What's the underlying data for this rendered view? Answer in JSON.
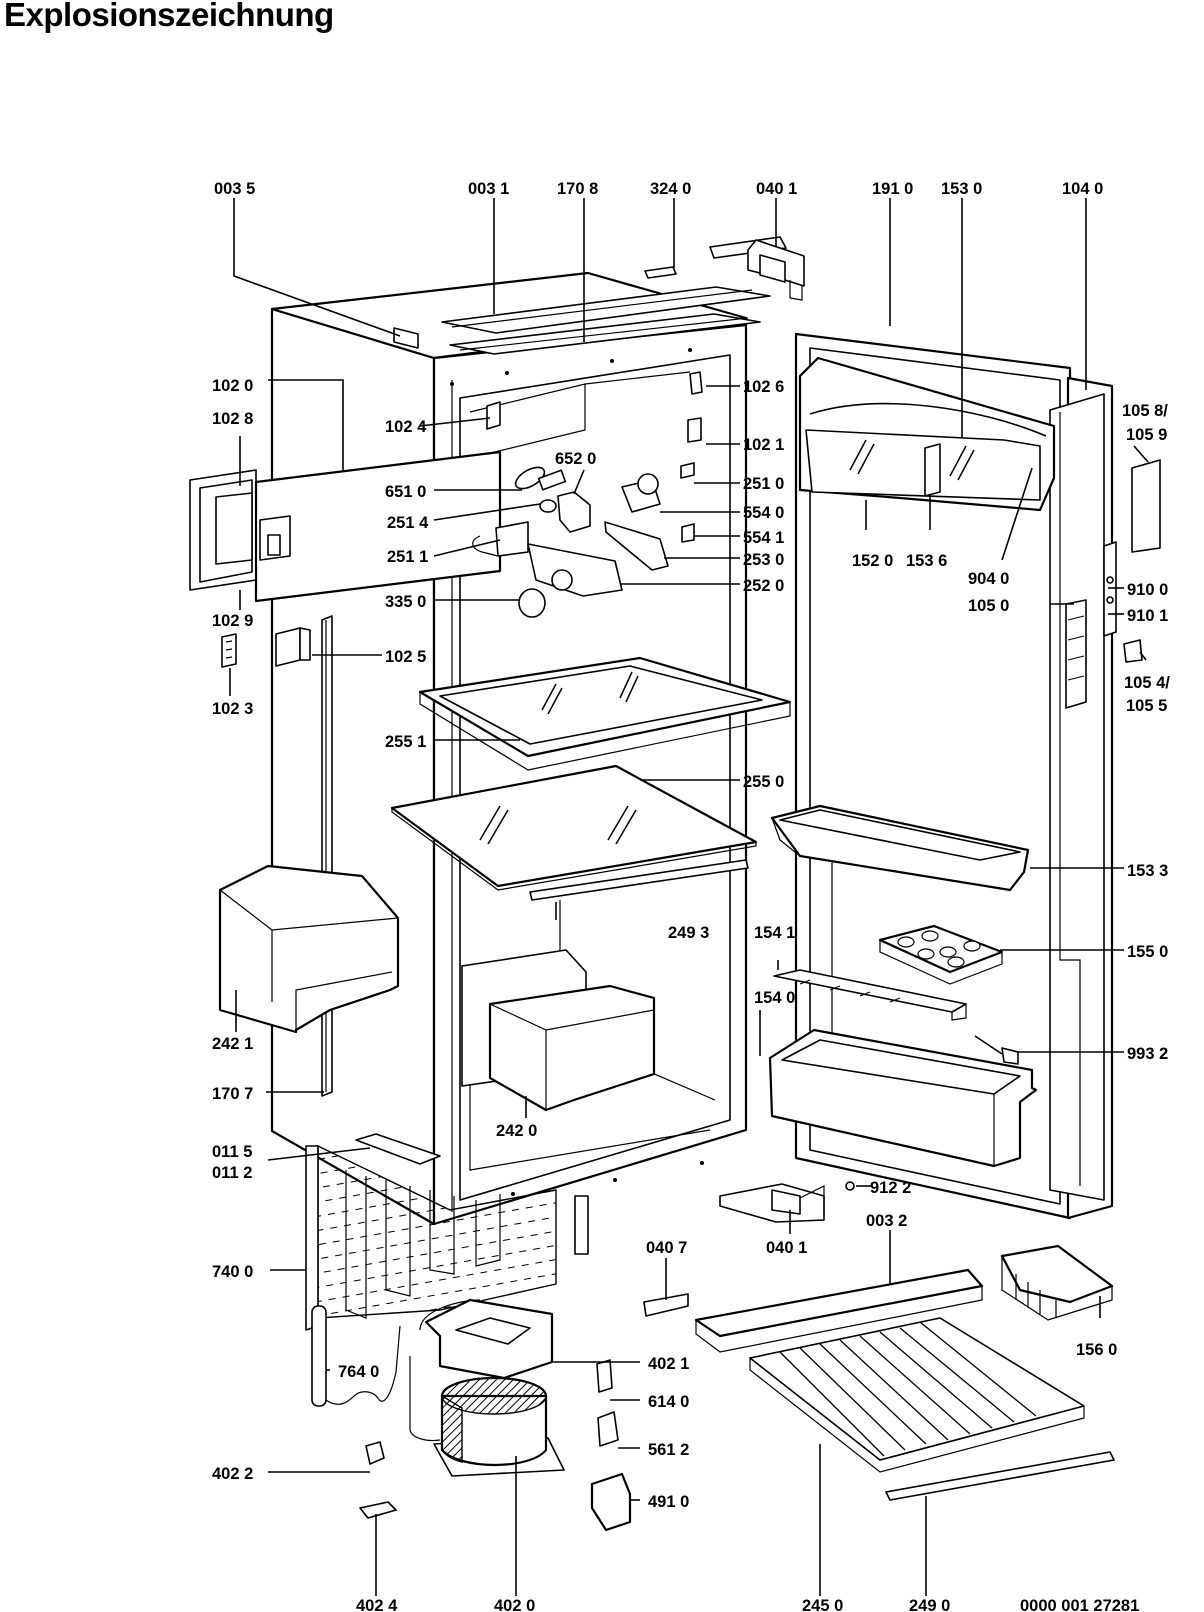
{
  "title": "Explosionszeichnung",
  "labels": {
    "p0035": "003 5",
    "p0031": "003 1",
    "p1708": "170 8",
    "p3240": "324 0",
    "p0401a": "040 1",
    "p1910": "191 0",
    "p1530": "153 0",
    "p1040": "104 0",
    "p1020": "102 0",
    "p1028": "102 8",
    "p1024": "102 4",
    "p1026": "102 6",
    "p1021": "102 1",
    "p6520": "652 0",
    "p6510": "651 0",
    "p2510": "251 0",
    "p2514": "251 4",
    "p5540": "554 0",
    "p5541": "554 1",
    "p2511": "251 1",
    "p2530": "253 0",
    "p2520": "252 0",
    "p3350": "335 0",
    "p1029": "102 9",
    "p1025": "102 5",
    "p1023": "102 3",
    "p2551": "255 1",
    "p2550": "255 0",
    "p1058": "105 8/",
    "p1059": "105 9",
    "p1520": "152 0",
    "p1536": "153 6",
    "p9040": "904 0",
    "p1050": "105 0",
    "p9100": "910 0",
    "p9101": "910 1",
    "p1054": "105 4/",
    "p1055": "105 5",
    "p1533": "153 3",
    "p2493": "249 3",
    "p1541": "154 1",
    "p1550": "155 0",
    "p1540": "154 0",
    "p9932": "993 2",
    "p2421": "242 1",
    "p1707": "170 7",
    "p2420": "242 0",
    "p0115": "011 5",
    "p0112": "011 2",
    "p9122": "912 2",
    "p0401b": "040 1",
    "p0032": "003 2",
    "p0407": "040 7",
    "p1560": "156 0",
    "p7400": "740 0",
    "p7640": "764 0",
    "p4021": "402 1",
    "p6140": "614 0",
    "p5612": "561 2",
    "p4022": "402 2",
    "p4910": "491 0",
    "p4024": "402 4",
    "p4020": "402 0",
    "p2450": "245 0",
    "p2490": "249 0",
    "docno": "0000 001 27281"
  }
}
